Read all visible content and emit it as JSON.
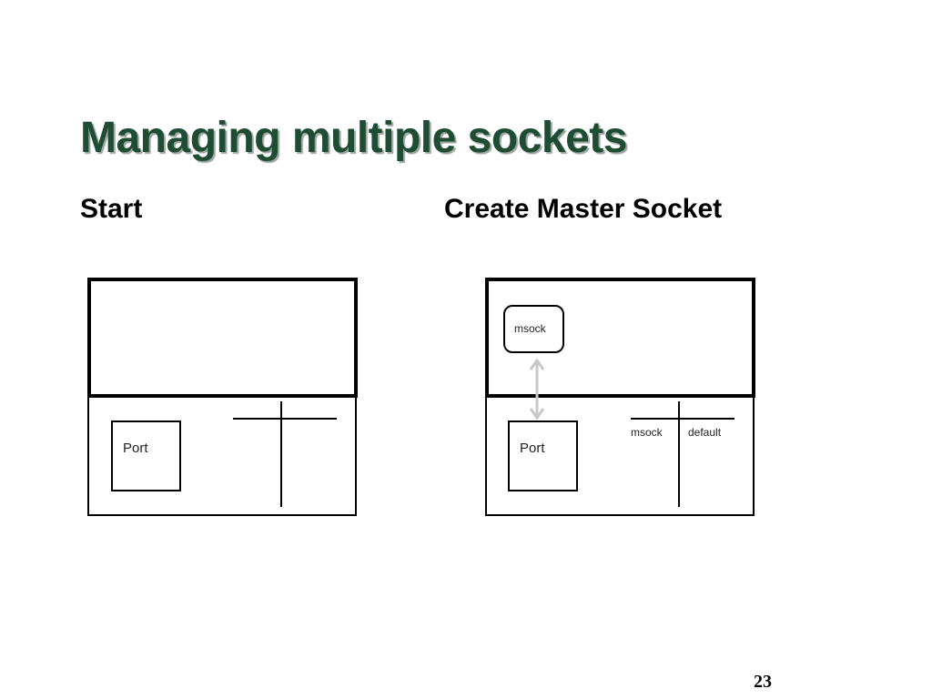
{
  "slide": {
    "title": "Managing multiple sockets",
    "page_number": "23"
  },
  "left_panel": {
    "heading": "Start",
    "port_label": "Port"
  },
  "right_panel": {
    "heading": "Create Master Socket",
    "socket_label": "msock",
    "port_label": "Port",
    "table_col_1": "msock",
    "table_col_2": "default"
  },
  "colors": {
    "title": "#1f4d33",
    "diagram_stroke": "#000000",
    "arrow": "#c8c8c8"
  }
}
